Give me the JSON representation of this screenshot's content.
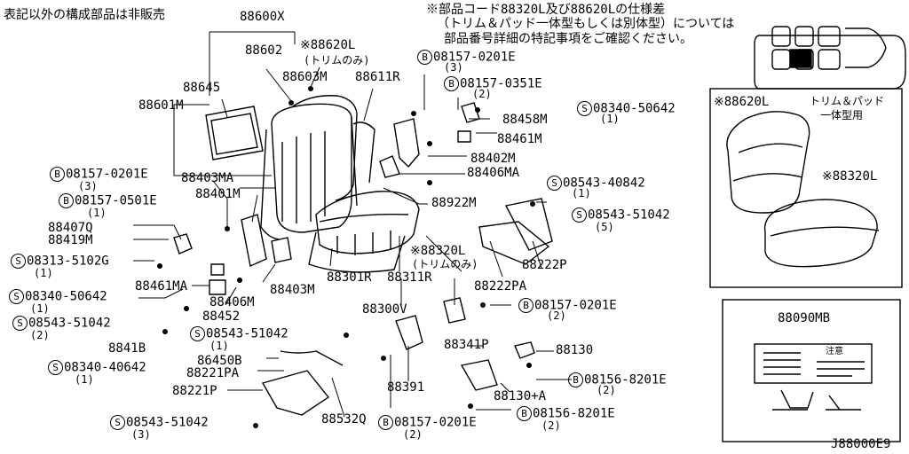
{
  "header": {
    "note_left": "表記以外の構成部品は非販売",
    "note_right_1": "※部品コード88320L及び88620Lの仕様差",
    "note_right_2": "（トリム＆パッド一体型もしくは別体型）については",
    "note_right_3": "部品番号詳細の特記事項をご確認ください。"
  },
  "inset_upper": {
    "part": "※88620L",
    "note_1": "トリム＆パッド",
    "note_2": "一体型用",
    "part2": "※88320L"
  },
  "inset_lower": {
    "part": "88090MB",
    "label_heading": "注意"
  },
  "parts": {
    "p88600X": "88600X",
    "p88602": "88602",
    "p88620L": "※88620L",
    "p88620L_sub": "(トリムのみ)",
    "p88603M": "88603M",
    "p88611R": "88611R",
    "p88645": "88645",
    "p88601M": "88601M",
    "p88403MA": "88403MA",
    "p88401M": "88401M",
    "p88407Q": "88407Q",
    "p88419M": "88419M",
    "p88461MA": "88461MA",
    "p88406M": "88406M",
    "p88452": "88452",
    "p88403M": "88403M",
    "p88301R": "88301R",
    "p88311R": "88311R",
    "p88320L": "※88320L",
    "p88320L_sub": "(トリムのみ)",
    "p88300V": "88300V",
    "p8841B": "8841B",
    "p86450B": "86450B",
    "p88221PA": "88221PA",
    "p88221P": "88221P",
    "p88532Q": "88532Q",
    "p88391": "88391",
    "p88341P": "88341P",
    "p88130": "88130",
    "p88130A": "88130+A",
    "p88458M": "88458M",
    "p88461M": "88461M",
    "p88402M": "88402M",
    "p88406MA": "88406MA",
    "p88922M": "88922M",
    "p88222P": "88222P",
    "p88222PA": "88222PA"
  },
  "fasteners": [
    {
      "id": "f1",
      "type": "B",
      "code": "08157-0201E",
      "qty": "(3)"
    },
    {
      "id": "f2",
      "type": "B",
      "code": "08157-0351E",
      "qty": "(2)"
    },
    {
      "id": "f3",
      "type": "S",
      "code": "08340-50642",
      "qty": "(1)"
    },
    {
      "id": "f4",
      "type": "S",
      "code": "08543-40842",
      "qty": "(1)"
    },
    {
      "id": "f5",
      "type": "S",
      "code": "08543-51042",
      "qty": "(5)"
    },
    {
      "id": "f6",
      "type": "B",
      "code": "08157-0201E",
      "qty": "(3)"
    },
    {
      "id": "f7",
      "type": "B",
      "code": "08157-0501E",
      "qty": "(1)"
    },
    {
      "id": "f8",
      "type": "S",
      "code": "08313-5102G",
      "qty": "(1)"
    },
    {
      "id": "f9",
      "type": "S",
      "code": "08340-50642",
      "qty": "(1)"
    },
    {
      "id": "f10",
      "type": "S",
      "code": "08543-51042",
      "qty": "(2)"
    },
    {
      "id": "f11",
      "type": "S",
      "code": "08543-51042",
      "qty": "(1)"
    },
    {
      "id": "f12",
      "type": "S",
      "code": "08340-40642",
      "qty": "(1)"
    },
    {
      "id": "f13",
      "type": "S",
      "code": "08543-51042",
      "qty": "(3)"
    },
    {
      "id": "f14",
      "type": "B",
      "code": "08157-0201E",
      "qty": "(2)"
    },
    {
      "id": "f15",
      "type": "B",
      "code": "08157-0201E",
      "qty": "(2)"
    },
    {
      "id": "f16",
      "type": "B",
      "code": "08156-8201E",
      "qty": "(2)"
    },
    {
      "id": "f17",
      "type": "B",
      "code": "08156-8201E",
      "qty": "(2)"
    }
  ],
  "footer": {
    "drawing_no": "J88000E9"
  }
}
